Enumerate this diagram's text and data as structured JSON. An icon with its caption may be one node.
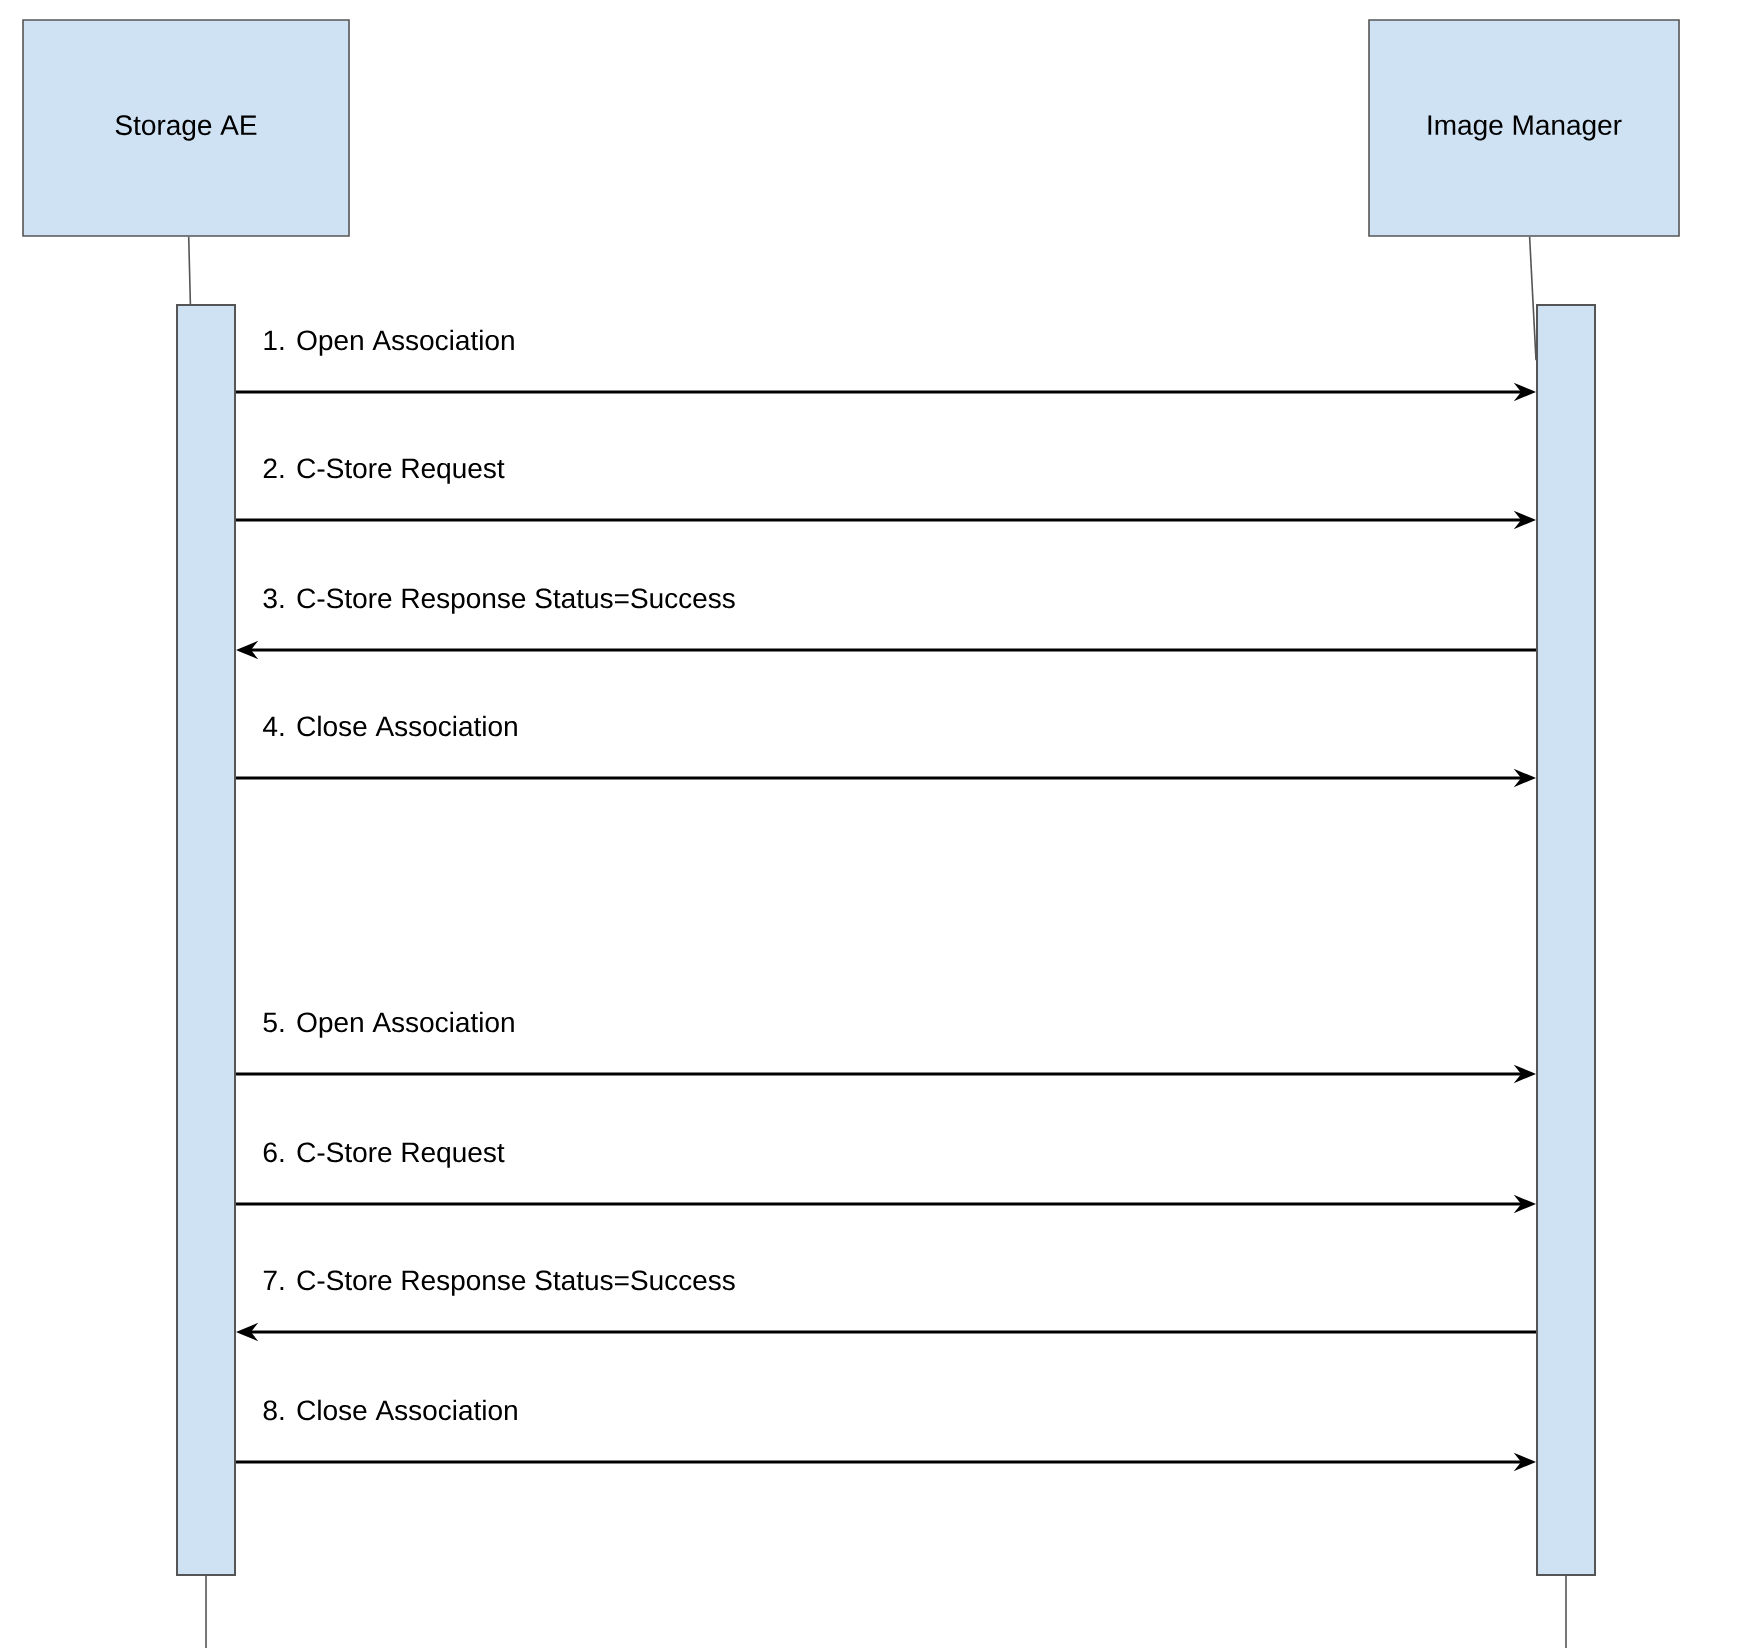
{
  "diagram": {
    "nodes": [
      {
        "text": [
          "Storage AE"
        ]
      },
      {
        "text": [
          "Image Manager"
        ]
      },
      {
        "text": [],
        "shape": "bar"
      },
      {
        "text": [],
        "shape": "bar"
      }
    ],
    "edges": [
      {
        "from": 0,
        "to": 2,
        "arrow": "none"
      },
      {
        "from": 1,
        "to": 3,
        "arrow": "none"
      },
      {
        "from": 2,
        "to": 3,
        "arrow": "to",
        "label": "1. Open Association"
      },
      {
        "from": 2,
        "to": 3,
        "arrow": "to",
        "label": "2. C-Store Request"
      },
      {
        "from": 3,
        "to": 2,
        "arrow": "to",
        "label": "3. C-Store Response Status=Success"
      },
      {
        "from": 2,
        "to": 3,
        "arrow": "to",
        "label": "4. Close Association"
      },
      {
        "from": 2,
        "to": 3,
        "arrow": "to",
        "label": "5. Open Association"
      },
      {
        "from": 2,
        "to": 3,
        "arrow": "to",
        "label": "6. C-Store Request"
      },
      {
        "from": 3,
        "to": 2,
        "arrow": "to",
        "label": "7. C-Store Response Status=Success"
      },
      {
        "from": 2,
        "to": 3,
        "arrow": "to",
        "label": "8. Close Association"
      }
    ]
  }
}
